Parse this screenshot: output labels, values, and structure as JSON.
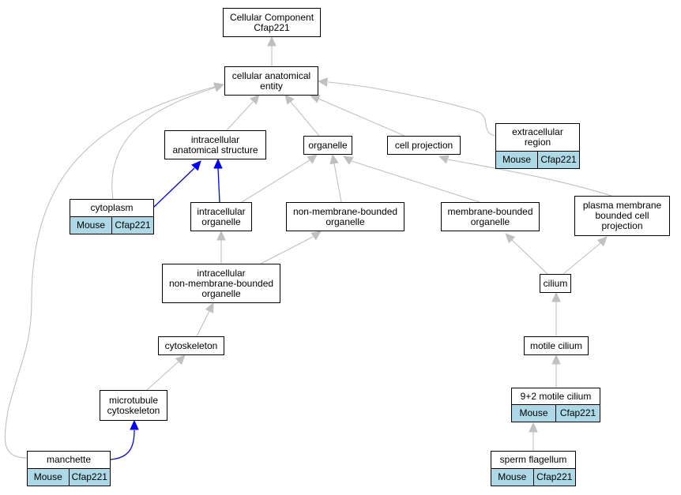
{
  "nodes": [
    {
      "id": "root",
      "label": "Cellular Component\nCfap221"
    },
    {
      "id": "cae",
      "label": "cellular anatomical\nentity"
    },
    {
      "id": "ias",
      "label": "intracellular\nanatomical structure"
    },
    {
      "id": "organelle",
      "label": "organelle"
    },
    {
      "id": "cellproj",
      "label": "cell projection"
    },
    {
      "id": "extracell",
      "label": "extracellular\nregion",
      "annotation": [
        "Mouse",
        "Cfap221"
      ]
    },
    {
      "id": "cytoplasm",
      "label": "cytoplasm",
      "annotation": [
        "Mouse",
        "Cfap221"
      ]
    },
    {
      "id": "intraorg",
      "label": "intracellular\norganelle"
    },
    {
      "id": "nmbo",
      "label": "non-membrane-bounded\norganelle"
    },
    {
      "id": "mbo",
      "label": "membrane-bounded\norganelle"
    },
    {
      "id": "pmbcp",
      "label": "plasma membrane\nbounded cell\nprojection"
    },
    {
      "id": "inmbo",
      "label": "intracellular\nnon-membrane-bounded\norganelle"
    },
    {
      "id": "cilium",
      "label": "cilium"
    },
    {
      "id": "cytoskeleton",
      "label": "cytoskeleton"
    },
    {
      "id": "motile",
      "label": "motile cilium"
    },
    {
      "id": "mtcyto",
      "label": "microtubule\ncytoskeleton"
    },
    {
      "id": "nine2",
      "label": "9+2 motile cilium",
      "annotation": [
        "Mouse",
        "Cfap221"
      ]
    },
    {
      "id": "manchette",
      "label": "manchette",
      "annotation": [
        "Mouse",
        "Cfap221"
      ]
    },
    {
      "id": "sperm",
      "label": "sperm flagellum",
      "annotation": [
        "Mouse",
        "Cfap221"
      ]
    }
  ],
  "colors": {
    "is_a_edge": "#c0c0c0",
    "part_of_edge": "#0000ff",
    "annotation_bg": "#add8e6"
  }
}
